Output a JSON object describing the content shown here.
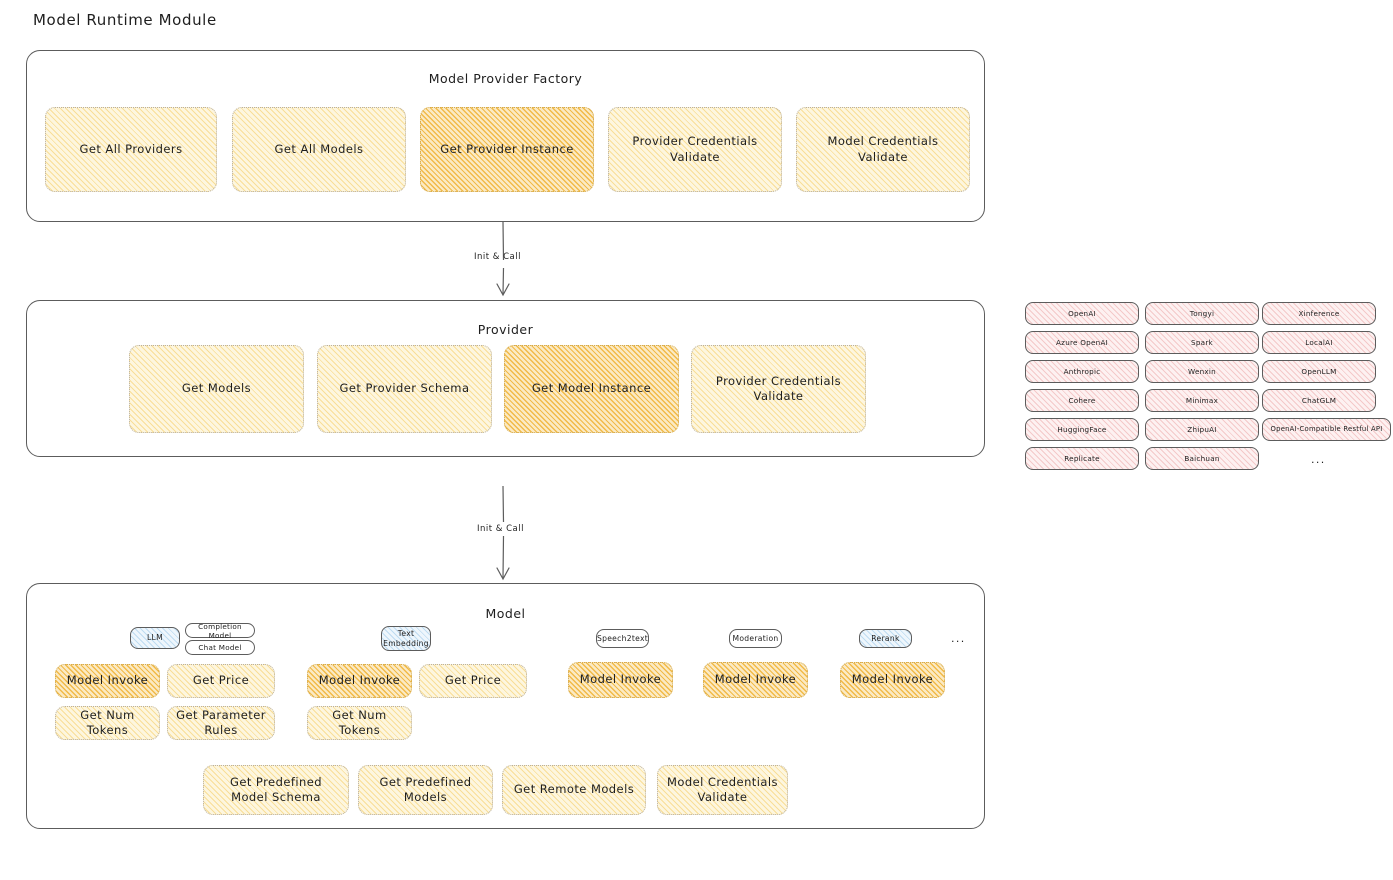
{
  "page": {
    "title": "Model Runtime Module",
    "ellipsis": "..."
  },
  "colors": {
    "highlight_orange": "#f0b233",
    "node_yellow": "#fdf6df",
    "provider_rose": "#fdf1f1",
    "category_blue": "#eef6fc",
    "stroke": "#5c5c5c",
    "text": "#1e1e1e"
  },
  "factory": {
    "title": "Model Provider Factory",
    "nodes": [
      {
        "label": "Get All Providers",
        "highlight": false
      },
      {
        "label": "Get All Models",
        "highlight": false
      },
      {
        "label": "Get Provider Instance",
        "highlight": true
      },
      {
        "label": "Provider Credentials Validate",
        "highlight": false
      },
      {
        "label": "Model Credentials Validate",
        "highlight": false
      }
    ]
  },
  "connectors": [
    {
      "label": "Init & Call",
      "from": "Model Provider Factory",
      "to": "Provider"
    },
    {
      "label": "Init & Call",
      "from": "Provider",
      "to": "Model"
    }
  ],
  "provider": {
    "title": "Provider",
    "nodes": [
      {
        "label": "Get Models",
        "highlight": false
      },
      {
        "label": "Get Provider Schema",
        "highlight": false
      },
      {
        "label": "Get Model Instance",
        "highlight": true
      },
      {
        "label": "Provider Credentials Validate",
        "highlight": false
      }
    ]
  },
  "provider_list": {
    "ellipsis": "...",
    "columns": [
      [
        "OpenAI",
        "Azure OpenAI",
        "Anthropic",
        "Cohere",
        "HuggingFace",
        "Replicate"
      ],
      [
        "Tongyi",
        "Spark",
        "Wenxin",
        "Minimax",
        "ZhipuAI",
        "Baichuan"
      ],
      [
        "Xinference",
        "LocalAI",
        "OpenLLM",
        "ChatGLM",
        "OpenAI-Compatible Restful API"
      ]
    ]
  },
  "model": {
    "title": "Model",
    "ellipsis": "...",
    "categories": [
      {
        "name": "LLM",
        "style": "blue",
        "subtypes": [
          "Completion Model",
          "Chat Model"
        ],
        "actions": [
          {
            "label": "Model Invoke",
            "highlight": true
          },
          {
            "label": "Get Price",
            "highlight": false
          },
          {
            "label": "Get Num Tokens",
            "highlight": false
          },
          {
            "label": "Get Parameter Rules",
            "highlight": false
          }
        ]
      },
      {
        "name": "Text Embedding",
        "style": "blue",
        "subtypes": [],
        "actions": [
          {
            "label": "Model Invoke",
            "highlight": true
          },
          {
            "label": "Get Price",
            "highlight": false
          },
          {
            "label": "Get Num Tokens",
            "highlight": false
          }
        ]
      },
      {
        "name": "Speech2text",
        "style": "white",
        "subtypes": [],
        "actions": [
          {
            "label": "Model Invoke",
            "highlight": true
          }
        ]
      },
      {
        "name": "Moderation",
        "style": "white",
        "subtypes": [],
        "actions": [
          {
            "label": "Model Invoke",
            "highlight": true
          }
        ]
      },
      {
        "name": "Rerank",
        "style": "blue",
        "subtypes": [],
        "actions": [
          {
            "label": "Model Invoke",
            "highlight": true
          }
        ]
      }
    ],
    "shared_actions": [
      {
        "label": "Get Predefined Model Schema"
      },
      {
        "label": "Get Predefined Models"
      },
      {
        "label": "Get Remote Models"
      },
      {
        "label": "Model Credentials Validate"
      }
    ]
  }
}
